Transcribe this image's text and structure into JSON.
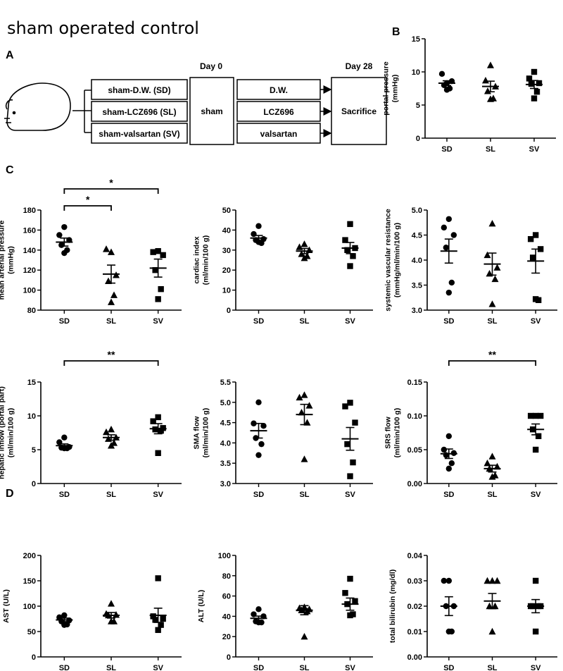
{
  "title": "sham operated control",
  "panel_letters": [
    "A",
    "B",
    "C",
    "D"
  ],
  "schematic": {
    "groups": [
      "sham-D.W. (SD)",
      "sham-LCZ696 (SL)",
      "sham-valsartan (SV)"
    ],
    "surgery": "sham",
    "day0": "Day 0",
    "day28": "Day 28",
    "treatments": [
      "D.W.",
      "LCZ696",
      "valsartan"
    ],
    "endpoint": "Sacrifice"
  },
  "chart_data": [
    {
      "id": "portal",
      "type": "scatter",
      "ylabel": [
        "portal pressure",
        "(mmHg)"
      ],
      "categories": [
        "SD",
        "SL",
        "SV"
      ],
      "ylim": [
        0,
        15
      ],
      "yticks": [
        0,
        5,
        10,
        15
      ],
      "groups": [
        [
          8.3,
          9.7,
          8.6,
          8.0,
          7.5,
          7.3
        ],
        [
          11.0,
          8.7,
          7.8,
          7.1,
          6.0,
          5.9
        ],
        [
          10.0,
          9.0,
          8.3,
          8.2,
          7.0,
          6.0
        ]
      ],
      "means": [
        8.3,
        7.8,
        8.1
      ],
      "sem": [
        0.36,
        0.8,
        0.6
      ],
      "markers": [
        "circle",
        "triangle",
        "square"
      ],
      "significance": []
    },
    {
      "id": "map",
      "type": "scatter",
      "ylabel": [
        "mean arterial pressure",
        "(mmHg)"
      ],
      "categories": [
        "SD",
        "SL",
        "SV"
      ],
      "ylim": [
        80,
        180
      ],
      "yticks": [
        80,
        100,
        120,
        140,
        160,
        180
      ],
      "groups": [
        [
          163,
          155,
          150,
          145,
          140,
          137
        ],
        [
          138,
          141,
          115,
          109,
          95,
          88
        ],
        [
          139,
          138,
          135,
          120,
          101,
          91
        ]
      ],
      "means": [
        148,
        116,
        122
      ],
      "sem": [
        4.0,
        9.0,
        9.0
      ],
      "markers": [
        "circle",
        "triangle",
        "square"
      ],
      "significance": [
        {
          "from": 0,
          "to": 2,
          "label": "*"
        },
        {
          "from": 0,
          "to": 1,
          "label": "*"
        }
      ]
    },
    {
      "id": "ci",
      "type": "scatter",
      "ylabel": [
        "cardiac index",
        "(ml/min/100 g)"
      ],
      "categories": [
        "SD",
        "SL",
        "SV"
      ],
      "ylim": [
        0,
        50
      ],
      "yticks": [
        0,
        10,
        20,
        30,
        40,
        50
      ],
      "groups": [
        [
          42,
          38,
          35.5,
          35,
          33.5,
          34
        ],
        [
          33,
          31.5,
          30,
          28,
          27,
          26
        ],
        [
          43,
          35,
          31,
          30,
          27,
          22
        ]
      ],
      "means": [
        36,
        29.5,
        31
      ],
      "sem": [
        1.3,
        1.3,
        2.8
      ],
      "markers": [
        "circle",
        "triangle",
        "square"
      ],
      "significance": []
    },
    {
      "id": "svr",
      "type": "scatter",
      "ylabel": [
        "systemic vascular resistance",
        "(mmHg/ml/min/100 g)"
      ],
      "categories": [
        "SD",
        "SL",
        "SV"
      ],
      "ylim": [
        3.0,
        5.0
      ],
      "yticks": [
        3.0,
        3.5,
        4.0,
        4.5,
        5.0
      ],
      "yticklabels": [
        "3.0",
        "3.5",
        "4.0",
        "4.5",
        "5.0"
      ],
      "groups": [
        [
          4.82,
          4.65,
          4.5,
          4.25,
          3.55,
          3.35
        ],
        [
          4.73,
          4.1,
          3.85,
          3.73,
          3.62,
          3.12
        ],
        [
          4.5,
          4.42,
          4.22,
          4.05,
          3.2,
          3.22
        ]
      ],
      "means": [
        4.18,
        3.92,
        3.98
      ],
      "sem": [
        0.24,
        0.22,
        0.24
      ],
      "markers": [
        "circle",
        "triangle",
        "square"
      ],
      "significance": []
    },
    {
      "id": "hif",
      "type": "scatter",
      "ylabel": [
        "hepatic inflow (portal part)",
        "(ml/min/100 g)"
      ],
      "categories": [
        "SD",
        "SL",
        "SV"
      ],
      "ylim": [
        0,
        15
      ],
      "yticks": [
        0,
        5,
        10,
        15
      ],
      "groups": [
        [
          6.8,
          6.1,
          5.4,
          5.3,
          5.2,
          5.2
        ],
        [
          8.0,
          7.6,
          6.8,
          6.6,
          6.0,
          5.6
        ],
        [
          9.8,
          9.2,
          8.2,
          8.0,
          7.8,
          4.5
        ]
      ],
      "means": [
        5.6,
        6.8,
        8.1
      ],
      "sem": [
        0.25,
        0.4,
        0.75
      ],
      "markers": [
        "circle",
        "triangle",
        "square"
      ],
      "significance": [
        {
          "from": 0,
          "to": 2,
          "label": "**"
        }
      ]
    },
    {
      "id": "sma",
      "type": "scatter",
      "ylabel": [
        "SMA flow",
        "(ml/min/100 g)"
      ],
      "categories": [
        "SD",
        "SL",
        "SV"
      ],
      "ylim": [
        3.0,
        5.5
      ],
      "yticks": [
        3.0,
        3.5,
        4.0,
        4.5,
        5.0,
        5.5
      ],
      "yticklabels": [
        "3.0",
        "3.5",
        "4.0",
        "4.5",
        "5.0",
        "5.5"
      ],
      "groups": [
        [
          5.0,
          4.48,
          4.42,
          4.12,
          3.97,
          3.7
        ],
        [
          5.18,
          5.12,
          4.92,
          4.75,
          4.5,
          3.6
        ],
        [
          4.99,
          4.9,
          4.5,
          3.97,
          3.52,
          3.18
        ]
      ],
      "means": [
        4.3,
        4.7,
        4.1
      ],
      "sem": [
        0.18,
        0.25,
        0.28
      ],
      "markers": [
        "circle",
        "triangle",
        "square"
      ],
      "significance": []
    },
    {
      "id": "srs",
      "type": "scatter",
      "ylabel": [
        "SRS flow",
        "(ml/min/100 g)"
      ],
      "categories": [
        "SD",
        "SL",
        "SV"
      ],
      "ylim": [
        0,
        0.15
      ],
      "yticks": [
        0,
        0.05,
        0.1,
        0.15
      ],
      "yticklabels": [
        "0.00",
        "0.05",
        "0.10",
        "0.15"
      ],
      "groups": [
        [
          0.07,
          0.05,
          0.045,
          0.042,
          0.03,
          0.022
        ],
        [
          0.04,
          0.03,
          0.025,
          0.022,
          0.012,
          0.01
        ],
        [
          0.1,
          0.1,
          0.1,
          0.08,
          0.07,
          0.05
        ]
      ],
      "means": [
        0.044,
        0.022,
        0.08
      ],
      "sem": [
        0.007,
        0.005,
        0.008
      ],
      "markers": [
        "circle",
        "triangle",
        "square"
      ],
      "significance": [
        {
          "from": 0,
          "to": 2,
          "label": "**"
        }
      ]
    },
    {
      "id": "ast",
      "type": "scatter",
      "ylabel": [
        "AST (U/L)"
      ],
      "categories": [
        "SD",
        "SL",
        "SV"
      ],
      "ylim": [
        0,
        200
      ],
      "yticks": [
        0,
        50,
        100,
        150,
        200
      ],
      "groups": [
        [
          82,
          78,
          72,
          70,
          64,
          63
        ],
        [
          105,
          85,
          83,
          82,
          70,
          70
        ],
        [
          155,
          80,
          75,
          73,
          63,
          53
        ]
      ],
      "means": [
        73,
        82,
        82
      ],
      "sem": [
        3.5,
        5.5,
        14.0
      ],
      "markers": [
        "circle",
        "triangle",
        "square"
      ],
      "significance": []
    },
    {
      "id": "alt",
      "type": "scatter",
      "ylabel": [
        "ALT (U/L)"
      ],
      "categories": [
        "SD",
        "SL",
        "SV"
      ],
      "ylim": [
        0,
        100
      ],
      "yticks": [
        0,
        20,
        40,
        60,
        80,
        100
      ],
      "groups": [
        [
          47,
          42,
          40,
          35,
          34,
          34
        ],
        [
          49,
          48,
          47,
          46,
          45,
          20
        ],
        [
          77,
          63,
          55,
          52,
          42,
          41
        ]
      ],
      "means": [
        38,
        46,
        52
      ],
      "sem": [
        2.2,
        4.5,
        6.0
      ],
      "markers": [
        "circle",
        "triangle",
        "square"
      ],
      "significance": []
    },
    {
      "id": "tbil",
      "type": "scatter",
      "ylabel": [
        "total bilirubin (mg/dl)"
      ],
      "categories": [
        "SD",
        "SL",
        "SV"
      ],
      "ylim": [
        0,
        0.04
      ],
      "yticks": [
        0,
        0.01,
        0.02,
        0.03,
        0.04
      ],
      "yticklabels": [
        "0.00",
        "0.01",
        "0.02",
        "0.03",
        "0.04"
      ],
      "groups": [
        [
          0.03,
          0.03,
          0.02,
          0.02,
          0.01,
          0.01
        ],
        [
          0.03,
          0.03,
          0.03,
          0.02,
          0.02,
          0.01
        ],
        [
          0.03,
          0.02,
          0.02,
          0.02,
          0.02,
          0.01
        ]
      ],
      "means": [
        0.02,
        0.022,
        0.02
      ],
      "sem": [
        0.0037,
        0.003,
        0.0026
      ],
      "markers": [
        "circle",
        "triangle",
        "square"
      ],
      "significance": []
    }
  ]
}
